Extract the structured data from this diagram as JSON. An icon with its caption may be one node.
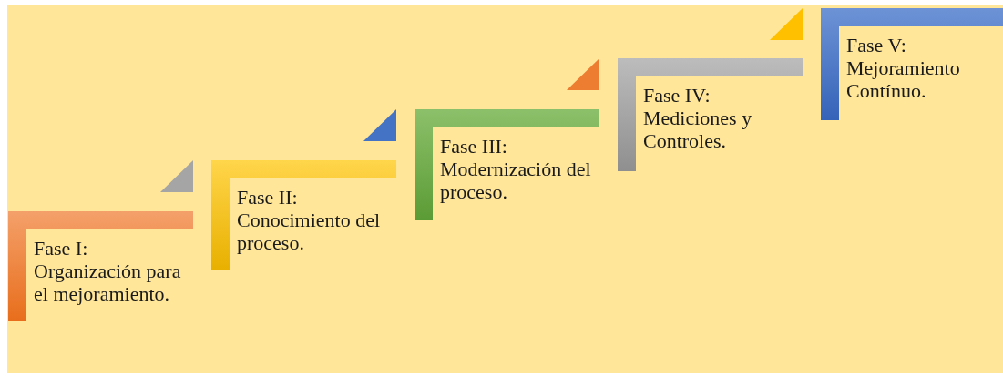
{
  "diagram": {
    "nodes": [
      {
        "text": [
          "Fase I: Organización para el mejoramiento."
        ]
      },
      {
        "text": [
          "Fase II: Conocimiento del proceso."
        ]
      },
      {
        "text": [
          "Fase III: Modernización del proceso."
        ]
      },
      {
        "text": [
          "Fase IV: Mediciones y Controles."
        ]
      },
      {
        "text": [
          "Fase V: Mejoramiento Contínuo."
        ]
      }
    ],
    "edges": []
  }
}
